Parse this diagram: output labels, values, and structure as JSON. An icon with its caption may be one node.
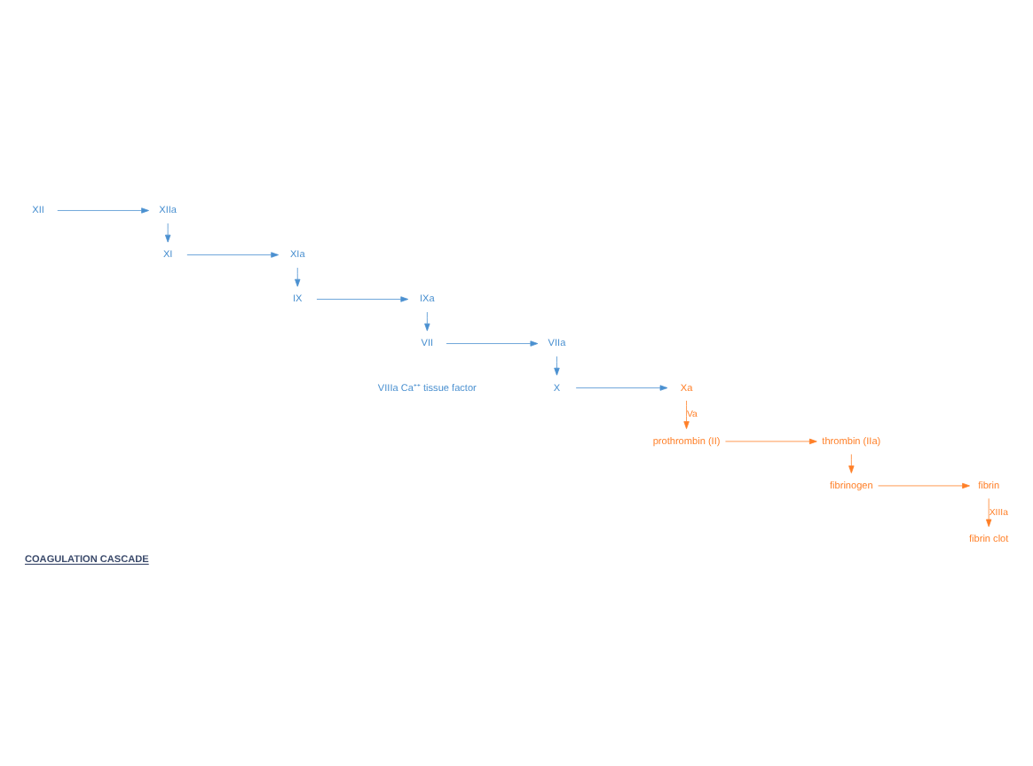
{
  "diagram": {
    "title": "COAGULATION CASCADE",
    "nodes": [
      {
        "text": [
          "XII"
        ]
      },
      {
        "text": [
          "XIIa"
        ]
      },
      {
        "text": [
          "XI"
        ]
      },
      {
        "text": [
          "XIa"
        ]
      },
      {
        "text": [
          "IX"
        ]
      },
      {
        "text": [
          "IXa"
        ]
      },
      {
        "text": [
          "VII"
        ]
      },
      {
        "text": [
          "VIIa"
        ]
      },
      {
        "text": [
          "X"
        ]
      },
      {
        "text": [
          "Xa"
        ]
      },
      {
        "text": [
          "prothrombin (II)"
        ]
      },
      {
        "text": [
          "thrombin (IIa)"
        ]
      },
      {
        "text": [
          "fibrinogen"
        ]
      },
      {
        "text": [
          "fibrin"
        ]
      },
      {
        "text": [
          "fibrin clot"
        ]
      }
    ],
    "edges": [
      {
        "from": 0,
        "to": 1,
        "arrow": "to"
      },
      {
        "from": 1,
        "to": 2,
        "arrow": "to"
      },
      {
        "from": 2,
        "to": 3,
        "arrow": "to"
      },
      {
        "from": 3,
        "to": 4,
        "arrow": "to"
      },
      {
        "from": 4,
        "to": 5,
        "arrow": "to"
      },
      {
        "from": 5,
        "to": 6,
        "arrow": "to"
      },
      {
        "from": 6,
        "to": 7,
        "arrow": "to"
      },
      {
        "from": 7,
        "to": 8,
        "arrow": "to"
      },
      {
        "from": 8,
        "to": 9,
        "arrow": "to"
      },
      {
        "from": 9,
        "to": 10,
        "label": "Va",
        "arrow": "to",
        "color": "#ff7f27"
      },
      {
        "from": 10,
        "to": 11,
        "arrow": "to",
        "color": "#ff7f27"
      },
      {
        "from": 11,
        "to": 12,
        "arrow": "to",
        "color": "#ff7f27"
      },
      {
        "from": 12,
        "to": 13,
        "arrow": "to",
        "color": "#ff7f27"
      },
      {
        "from": 13,
        "to": 14,
        "label": "XIIIa",
        "arrow": "to",
        "color": "#ff7f27"
      }
    ],
    "labels": [
      "VIIIa Ca⁺⁺ tissue factor"
    ]
  }
}
